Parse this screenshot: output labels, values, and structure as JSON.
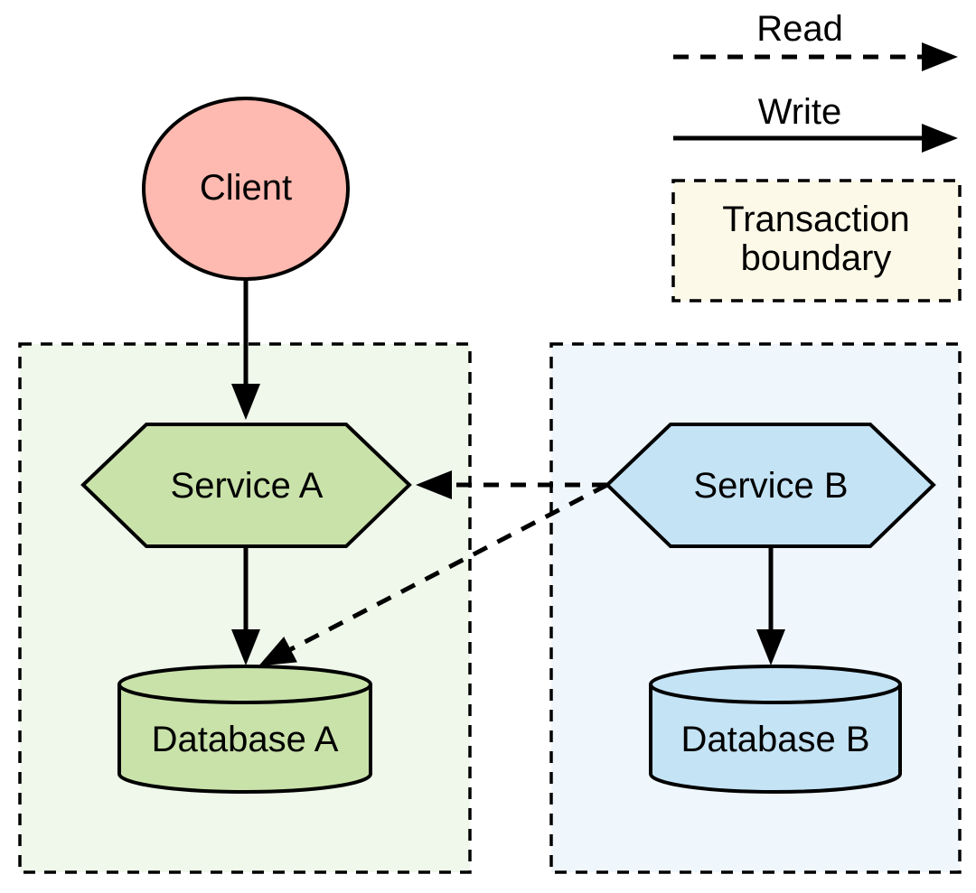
{
  "legend": {
    "read_label": "Read",
    "write_label": "Write",
    "transaction_line1": "Transaction",
    "transaction_line2": "boundary"
  },
  "nodes": {
    "client_label": "Client",
    "service_a_label": "Service A",
    "service_b_label": "Service B",
    "database_a_label": "Database A",
    "database_b_label": "Database B"
  },
  "edges": [
    {
      "from": "Client",
      "to": "Service A",
      "type": "write"
    },
    {
      "from": "Service A",
      "to": "Database A",
      "type": "write"
    },
    {
      "from": "Service B",
      "to": "Database B",
      "type": "write"
    },
    {
      "from": "Service B",
      "to": "Service A",
      "type": "read"
    },
    {
      "from": "Service B",
      "to": "Database A",
      "type": "read"
    }
  ],
  "colors": {
    "client_fill": "#feb9b0",
    "service_green_fill": "#c9e2a9",
    "panel_green_fill": "#eff8eb",
    "service_blue_fill": "#c4e3f5",
    "panel_blue_fill": "#eff7fc",
    "legend_box_fill": "#fdf9e8",
    "stroke": "#000000"
  }
}
